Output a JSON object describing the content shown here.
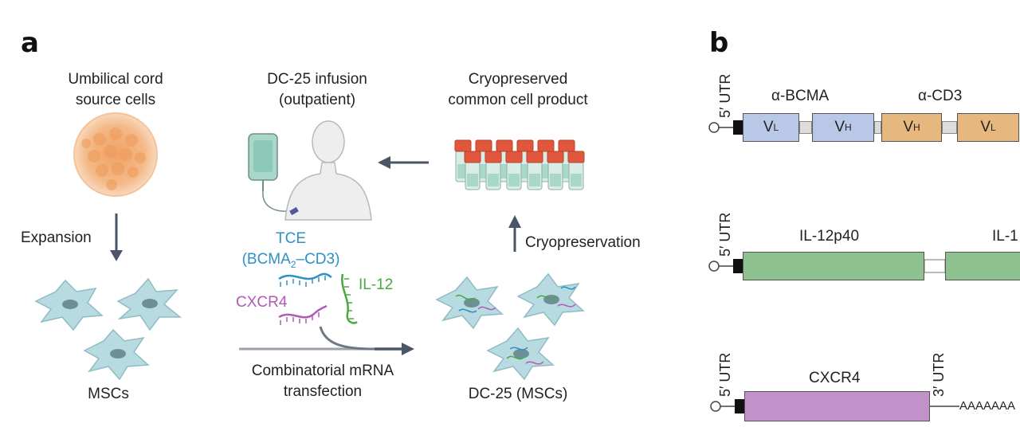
{
  "panel_a": {
    "label": "a",
    "source": {
      "line1": "Umbilical cord",
      "line2": "source cells"
    },
    "infusion": {
      "line1": "DC-25 infusion",
      "line2": "(outpatient)"
    },
    "product": {
      "line1": "Cryopreserved",
      "line2": "common cell product"
    },
    "expansion": "Expansion",
    "cryopreservation": "Cryopreservation",
    "tce": {
      "line1": "TCE",
      "line2_prefix": "(BCMA",
      "line2_sub": "2",
      "line2_suffix": "–CD3)"
    },
    "il12": "IL-12",
    "cxcr4": "CXCR4",
    "mscs": "MSCs",
    "transfection": {
      "line1": "Combinatorial mRNA",
      "line2": "transfection"
    },
    "dc25": "DC-25 (MSCs)",
    "colors": {
      "tce": "#2f8fc7",
      "il12": "#4aa842",
      "cxcr4": "#b05ab5",
      "cell": "#b7dbe0",
      "vial_cap": "#e0573d"
    }
  },
  "panel_b": {
    "label": "b",
    "utr5": "5′ UTR",
    "utr3": "3′ UTR",
    "construct1": {
      "alpha_bcma": "α-BCMA",
      "alpha_cd3": "α-CD3",
      "vl": "V",
      "vl_sub": "L",
      "vh": "V",
      "vh_sub": "H",
      "colors": {
        "bcma": "#b9c8e6",
        "cd3": "#e6b87f"
      }
    },
    "construct2": {
      "p40": "IL-12p40",
      "p35": "IL-1",
      "color": "#8fc08f"
    },
    "construct3": {
      "name": "CXCR4",
      "polya": "AAAAAAA",
      "color": "#c191c9"
    }
  }
}
